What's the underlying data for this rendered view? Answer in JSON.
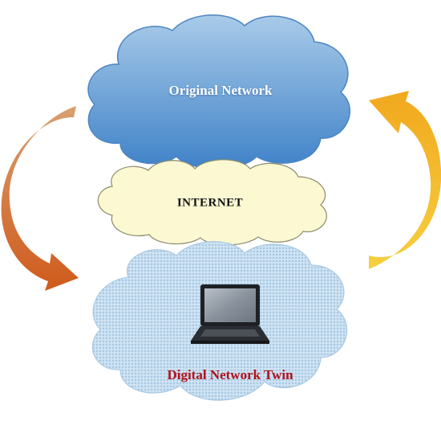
{
  "diagram": {
    "original_network": {
      "label": "Original Network",
      "fill_top": "#a9cbe9",
      "fill_bottom": "#3f82c8",
      "stroke": "#4d86c2"
    },
    "internet": {
      "label": "INTERNET",
      "fill": "#fbf8d2",
      "stroke": "#8b8b70"
    },
    "digital_twin": {
      "label": "Digital Network Twin",
      "label_color": "#b2111b",
      "fill": "#c1dbee",
      "stroke": "#a9c8e2"
    },
    "arrow_left": {
      "color_top": "#d9a070",
      "color_bottom": "#d05a1c"
    },
    "arrow_right": {
      "color_top": "#f2a81e",
      "color_bottom": "#f6cf40"
    },
    "laptop": {
      "icon": "laptop-icon"
    }
  }
}
